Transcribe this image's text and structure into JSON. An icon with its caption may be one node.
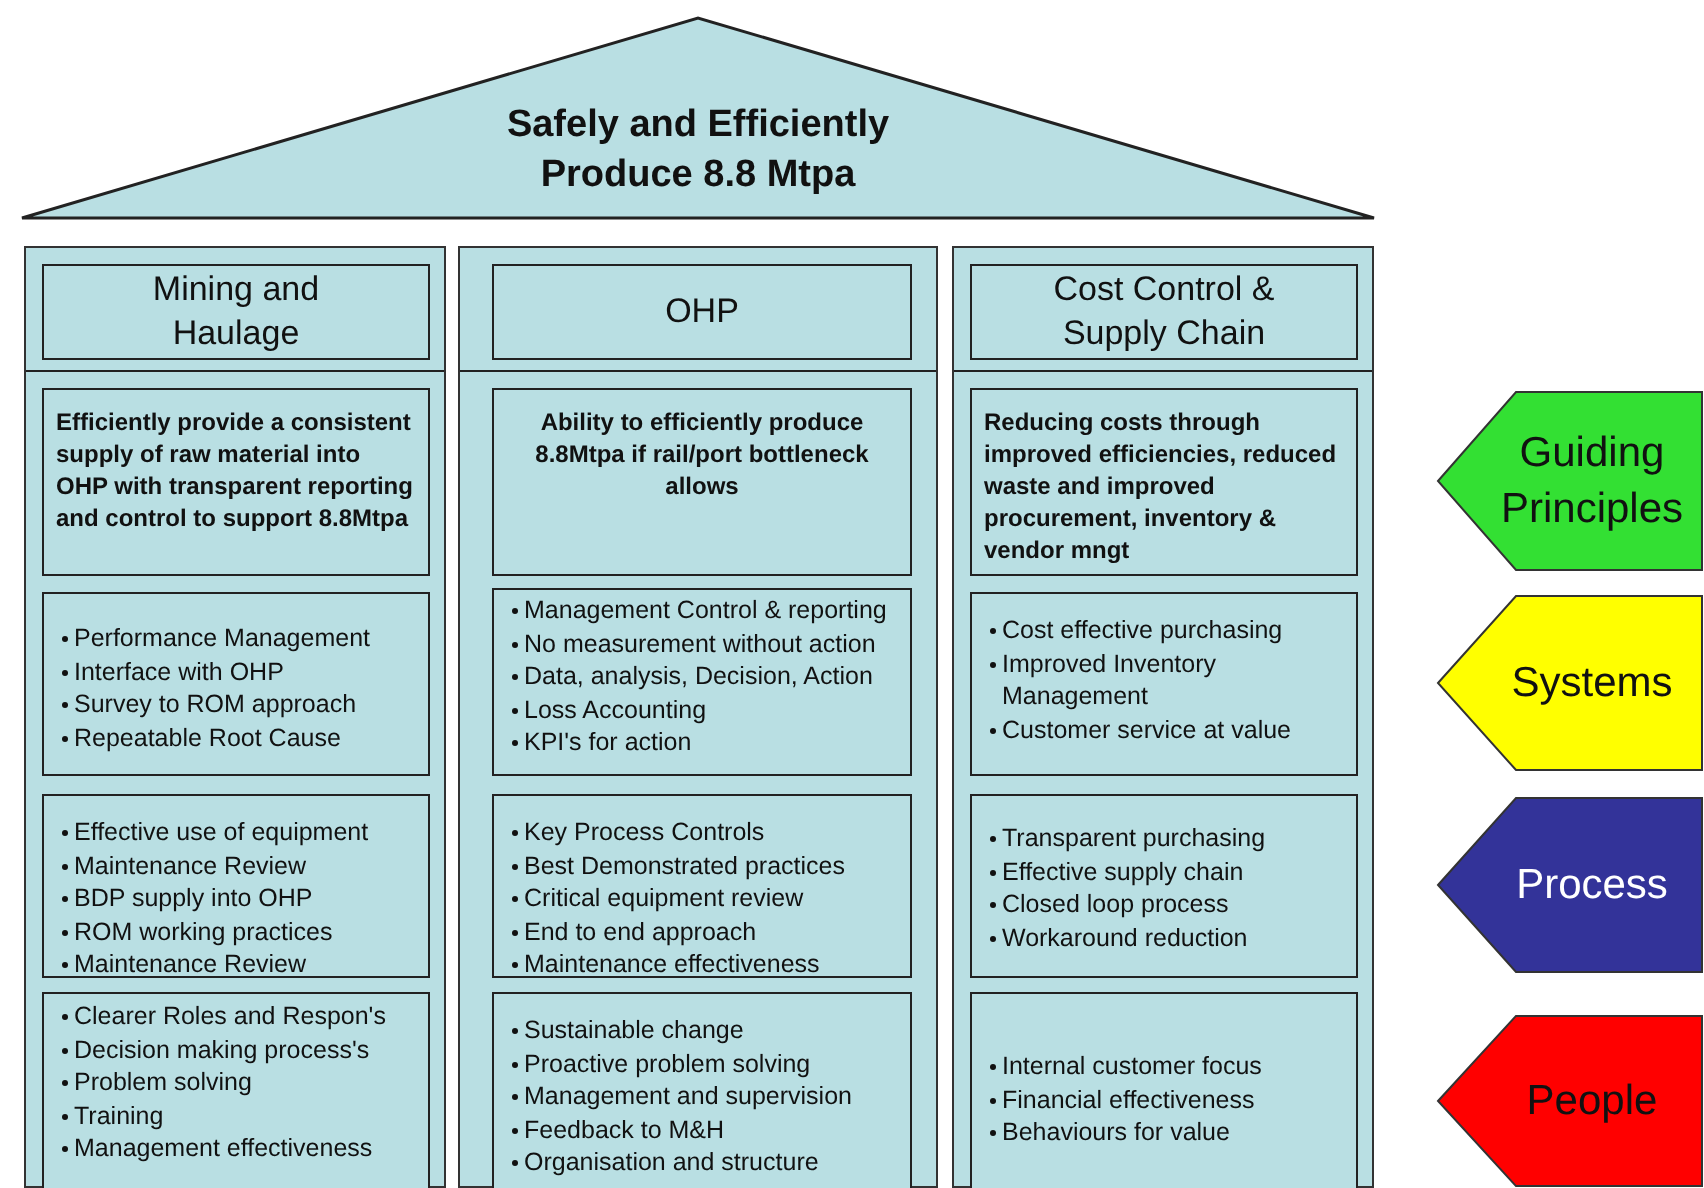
{
  "diagram": {
    "nodes": [
      {
        "text": [
          "Safely and Efficiently Produce 8.8 Mtpa"
        ]
      },
      {
        "text": [],
        "shape": "box"
      },
      {
        "text": [
          "Mining and Haulage"
        ],
        "in": 1
      },
      {
        "text": [
          "Efficiently provide a consistent supply of raw material into OHP with transparent reporting and control to support 8.8Mtpa"
        ],
        "in": 1
      },
      {
        "text": [
          "Performance Management",
          "Interface with OHP",
          "Survey to ROM approach",
          "Repeatable Root Cause"
        ],
        "in": 1
      },
      {
        "text": [
          "Effective use of equipment",
          "Maintenance Review",
          "BDP supply into OHP",
          "ROM working practices",
          "Maintenance Review"
        ],
        "in": 1
      },
      {
        "text": [
          "Clearer Roles and Respon's",
          "Decision making process's",
          "Problem solving",
          "Training",
          "Management effectiveness"
        ],
        "in": 1
      },
      {
        "text": [],
        "shape": "box"
      },
      {
        "text": [
          "OHP"
        ],
        "in": 7
      },
      {
        "text": [
          "Ability to efficiently produce 8.8Mtpa if rail/port bottleneck allows"
        ],
        "in": 7
      },
      {
        "text": [
          "Management Control & reporting",
          "No measurement without action",
          "Data, analysis, Decision, Action",
          "Loss Accounting",
          "KPI's for action"
        ],
        "in": 7
      },
      {
        "text": [
          "Key Process Controls",
          "Best Demonstrated practices",
          "Critical equipment review",
          "End to end approach",
          "Maintenance effectiveness"
        ],
        "in": 7
      },
      {
        "text": [
          "Sustainable change",
          "Proactive problem solving",
          "Management and supervision",
          "Feedback to M&H",
          "Organisation and structure"
        ],
        "in": 7
      },
      {
        "text": [],
        "shape": "box"
      },
      {
        "text": [
          "Cost Control & Supply Chain"
        ],
        "in": 13
      },
      {
        "text": [
          "Reducing costs through improved efficiencies, reduced waste and improved procurement, inventory & vendor mngt"
        ],
        "in": 13
      },
      {
        "text": [
          "Cost effective purchasing",
          "Improved Inventory Management",
          "Customer service at value"
        ],
        "in": 13
      },
      {
        "text": [
          "Transparent purchasing",
          "Effective supply chain",
          "Closed loop process",
          "Workaround reduction"
        ],
        "in": 13
      },
      {
        "text": [
          "Internal customer focus",
          "Financial effectiveness",
          "Behaviours for value"
        ],
        "in": 13
      },
      {
        "text": [
          "Guiding Principles"
        ]
      },
      {
        "text": [
          "Systems"
        ]
      },
      {
        "text": [
          "Process"
        ]
      },
      {
        "text": [
          "People"
        ]
      }
    ],
    "edges": []
  }
}
